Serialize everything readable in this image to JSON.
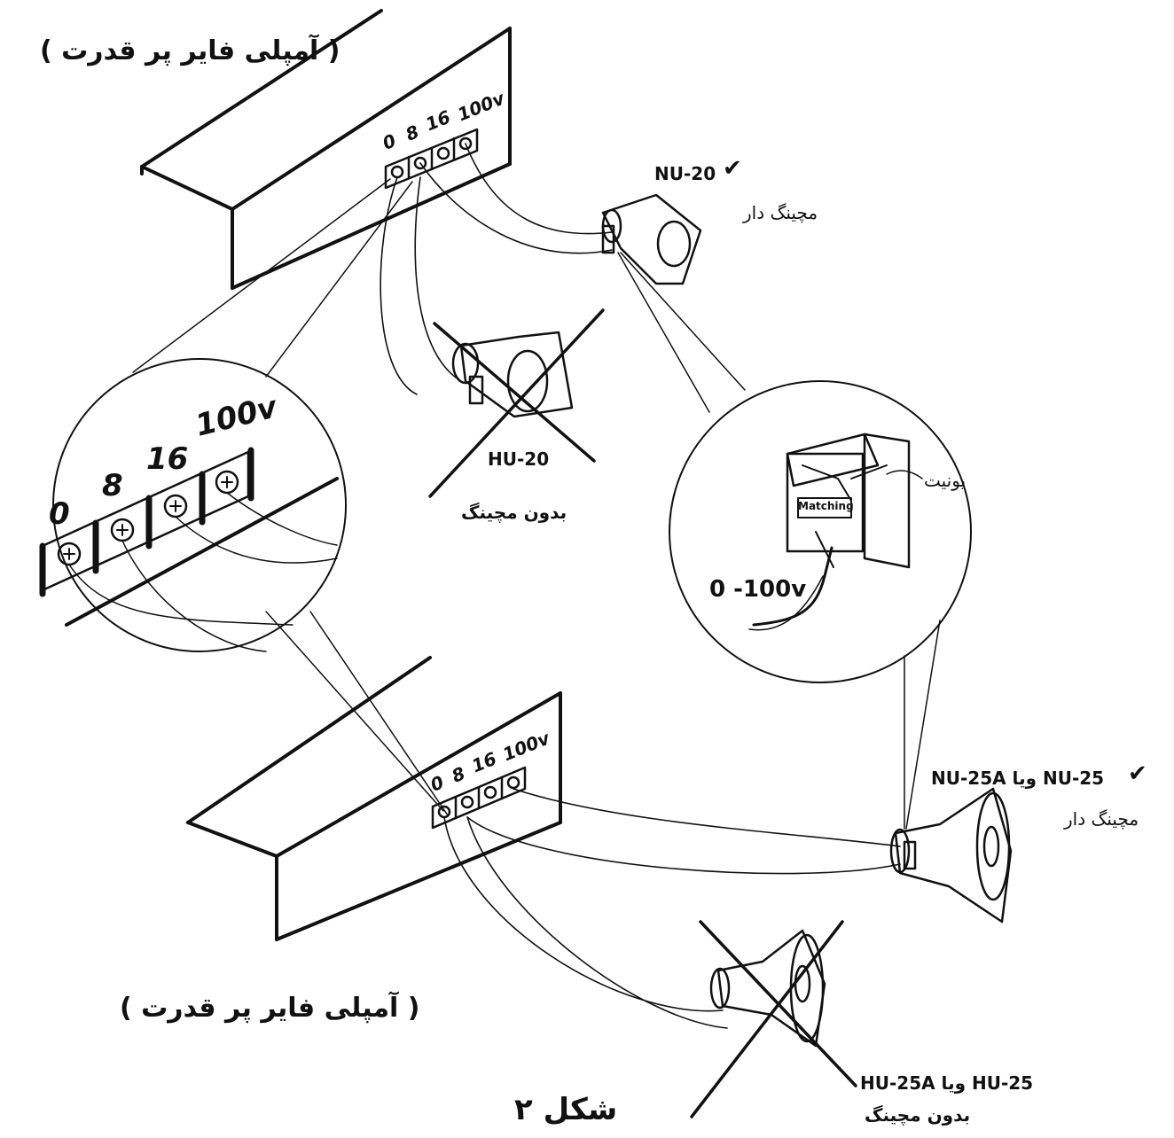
{
  "labels": {
    "amp_top": "( آمپلی فایر پر قدرت )",
    "amp_bottom": "( آمپلی فایر پر قدرت )",
    "figure_caption": "شکل ۲",
    "nu20_model": "NU-20",
    "nu20_desc": "مچینگ دار",
    "hu20_model": "HU-20",
    "hu20_desc": "بدون مچینگ",
    "unit_label": "یونیت",
    "matching_tag": "Matching",
    "voltage_range": "0 -100v",
    "nu25_model": "NU-25 ویا NU-25A",
    "nu25_desc": "مچینگ دار",
    "hu25_model": "HU-25 ویا HU-25A",
    "hu25_desc": "بدون مچینگ",
    "check_mark": "✔"
  },
  "terminals": [
    "0",
    "8",
    "16",
    "100v"
  ],
  "colors": {
    "ink": "#111111",
    "background": "#ffffff"
  }
}
